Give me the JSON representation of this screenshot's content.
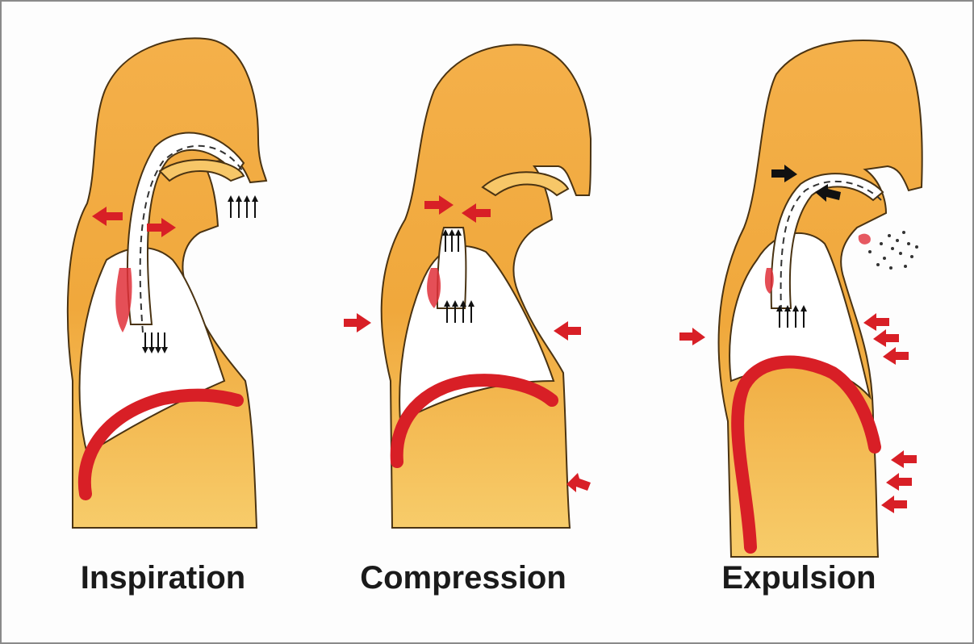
{
  "stages": [
    {
      "label": "Inspiration"
    },
    {
      "label": "Compression"
    },
    {
      "label": "Expulsion"
    }
  ],
  "colors": {
    "tissue": "#f0a93c",
    "tissue_light": "#f7c768",
    "outline": "#3a2a10",
    "diaphragm": "#d81f26",
    "arrow": "#d81f26",
    "cavity": "#ffffff"
  }
}
